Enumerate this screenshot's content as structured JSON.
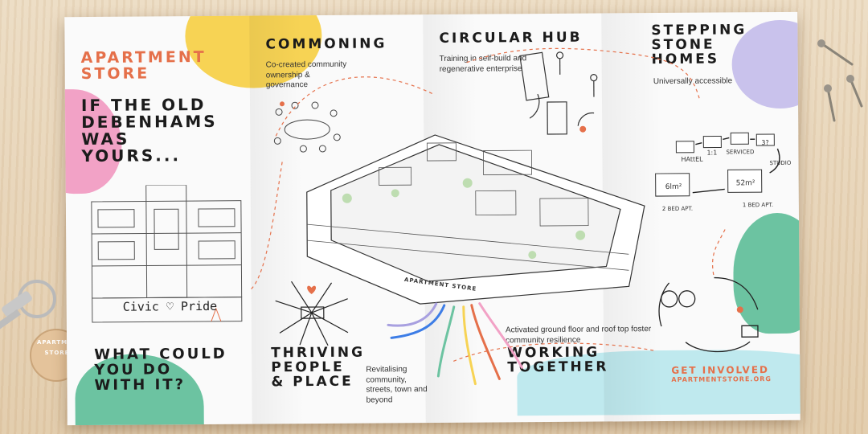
{
  "panels": {
    "intro": {
      "brand": "APARTMENT\nSTORE",
      "headline": "IF THE OLD\nDEBENHAMS\nWAS\nYOURS...",
      "sign": "Civic ♡ Pride",
      "question": "WHAT COULD\nYOU DO\nWITH IT?"
    },
    "commoning": {
      "title": "COMMONING",
      "text": "Co-created community ownership & governance"
    },
    "circular": {
      "title": "CIRCULAR HUB",
      "text": "Training in self-build and regenerative enterprise"
    },
    "stepping": {
      "title": "STEPPING\nSTONE\nHOMES",
      "text": "Universally accessible",
      "labels": [
        "HAttEL",
        "1:1",
        "SERVICED",
        "3?",
        "STUDIO",
        "6lm²",
        "52m²",
        "2 BED APT.",
        "1 BED APT."
      ]
    },
    "thriving": {
      "title": "THRIVING\nPEOPLE\n& PLACE",
      "text": "Revitalising community, streets, town and beyond"
    },
    "working": {
      "title": "WORKING\nTOGETHER",
      "text": "Activated ground floor and roof top foster community resilience"
    },
    "cta": {
      "title": "GET INVOLVED",
      "url": "APARTMENTSTORE.ORG"
    }
  },
  "building_sign": "APARTMENT STORE",
  "keyring_text": "APARTMENT STORE",
  "colors": {
    "orange": "#e5704a",
    "yellow": "#f7d354",
    "pink": "#f2a2c6",
    "green": "#6cc3a1",
    "lavender": "#c9c2ec",
    "teal": "#7fd3e0",
    "ink": "#1b1b1b"
  }
}
